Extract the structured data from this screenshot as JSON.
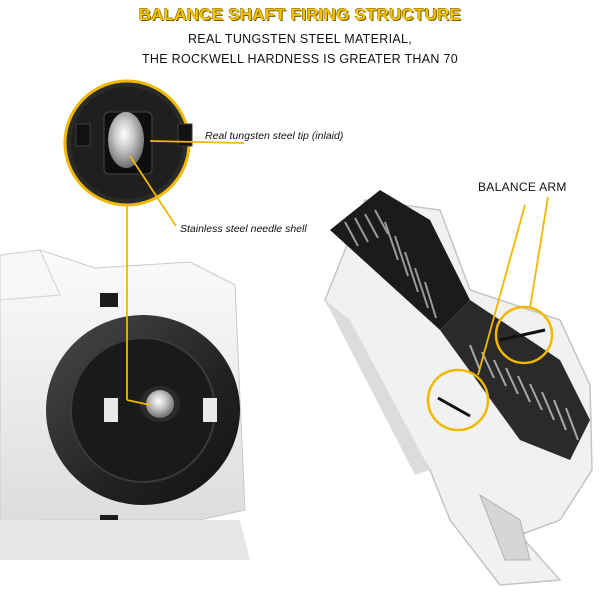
{
  "header": {
    "title": "BALANCE SHAFT FIRING STRUCTURE",
    "subtitle_line1": "REAL TUNGSTEN STEEL MATERIAL,",
    "subtitle_line2": "THE ROCKWELL HARDNESS IS GREATER THAN 70"
  },
  "callouts": {
    "tip": "Real tungsten steel tip (inlaid)",
    "shell": "Stainless steel needle shell",
    "arm": "BALANCE ARM"
  },
  "colors": {
    "title": "#f2c200",
    "accent_line": "#f0b800",
    "device_body": "#eeeeee",
    "cap": "#2a2a2a"
  }
}
